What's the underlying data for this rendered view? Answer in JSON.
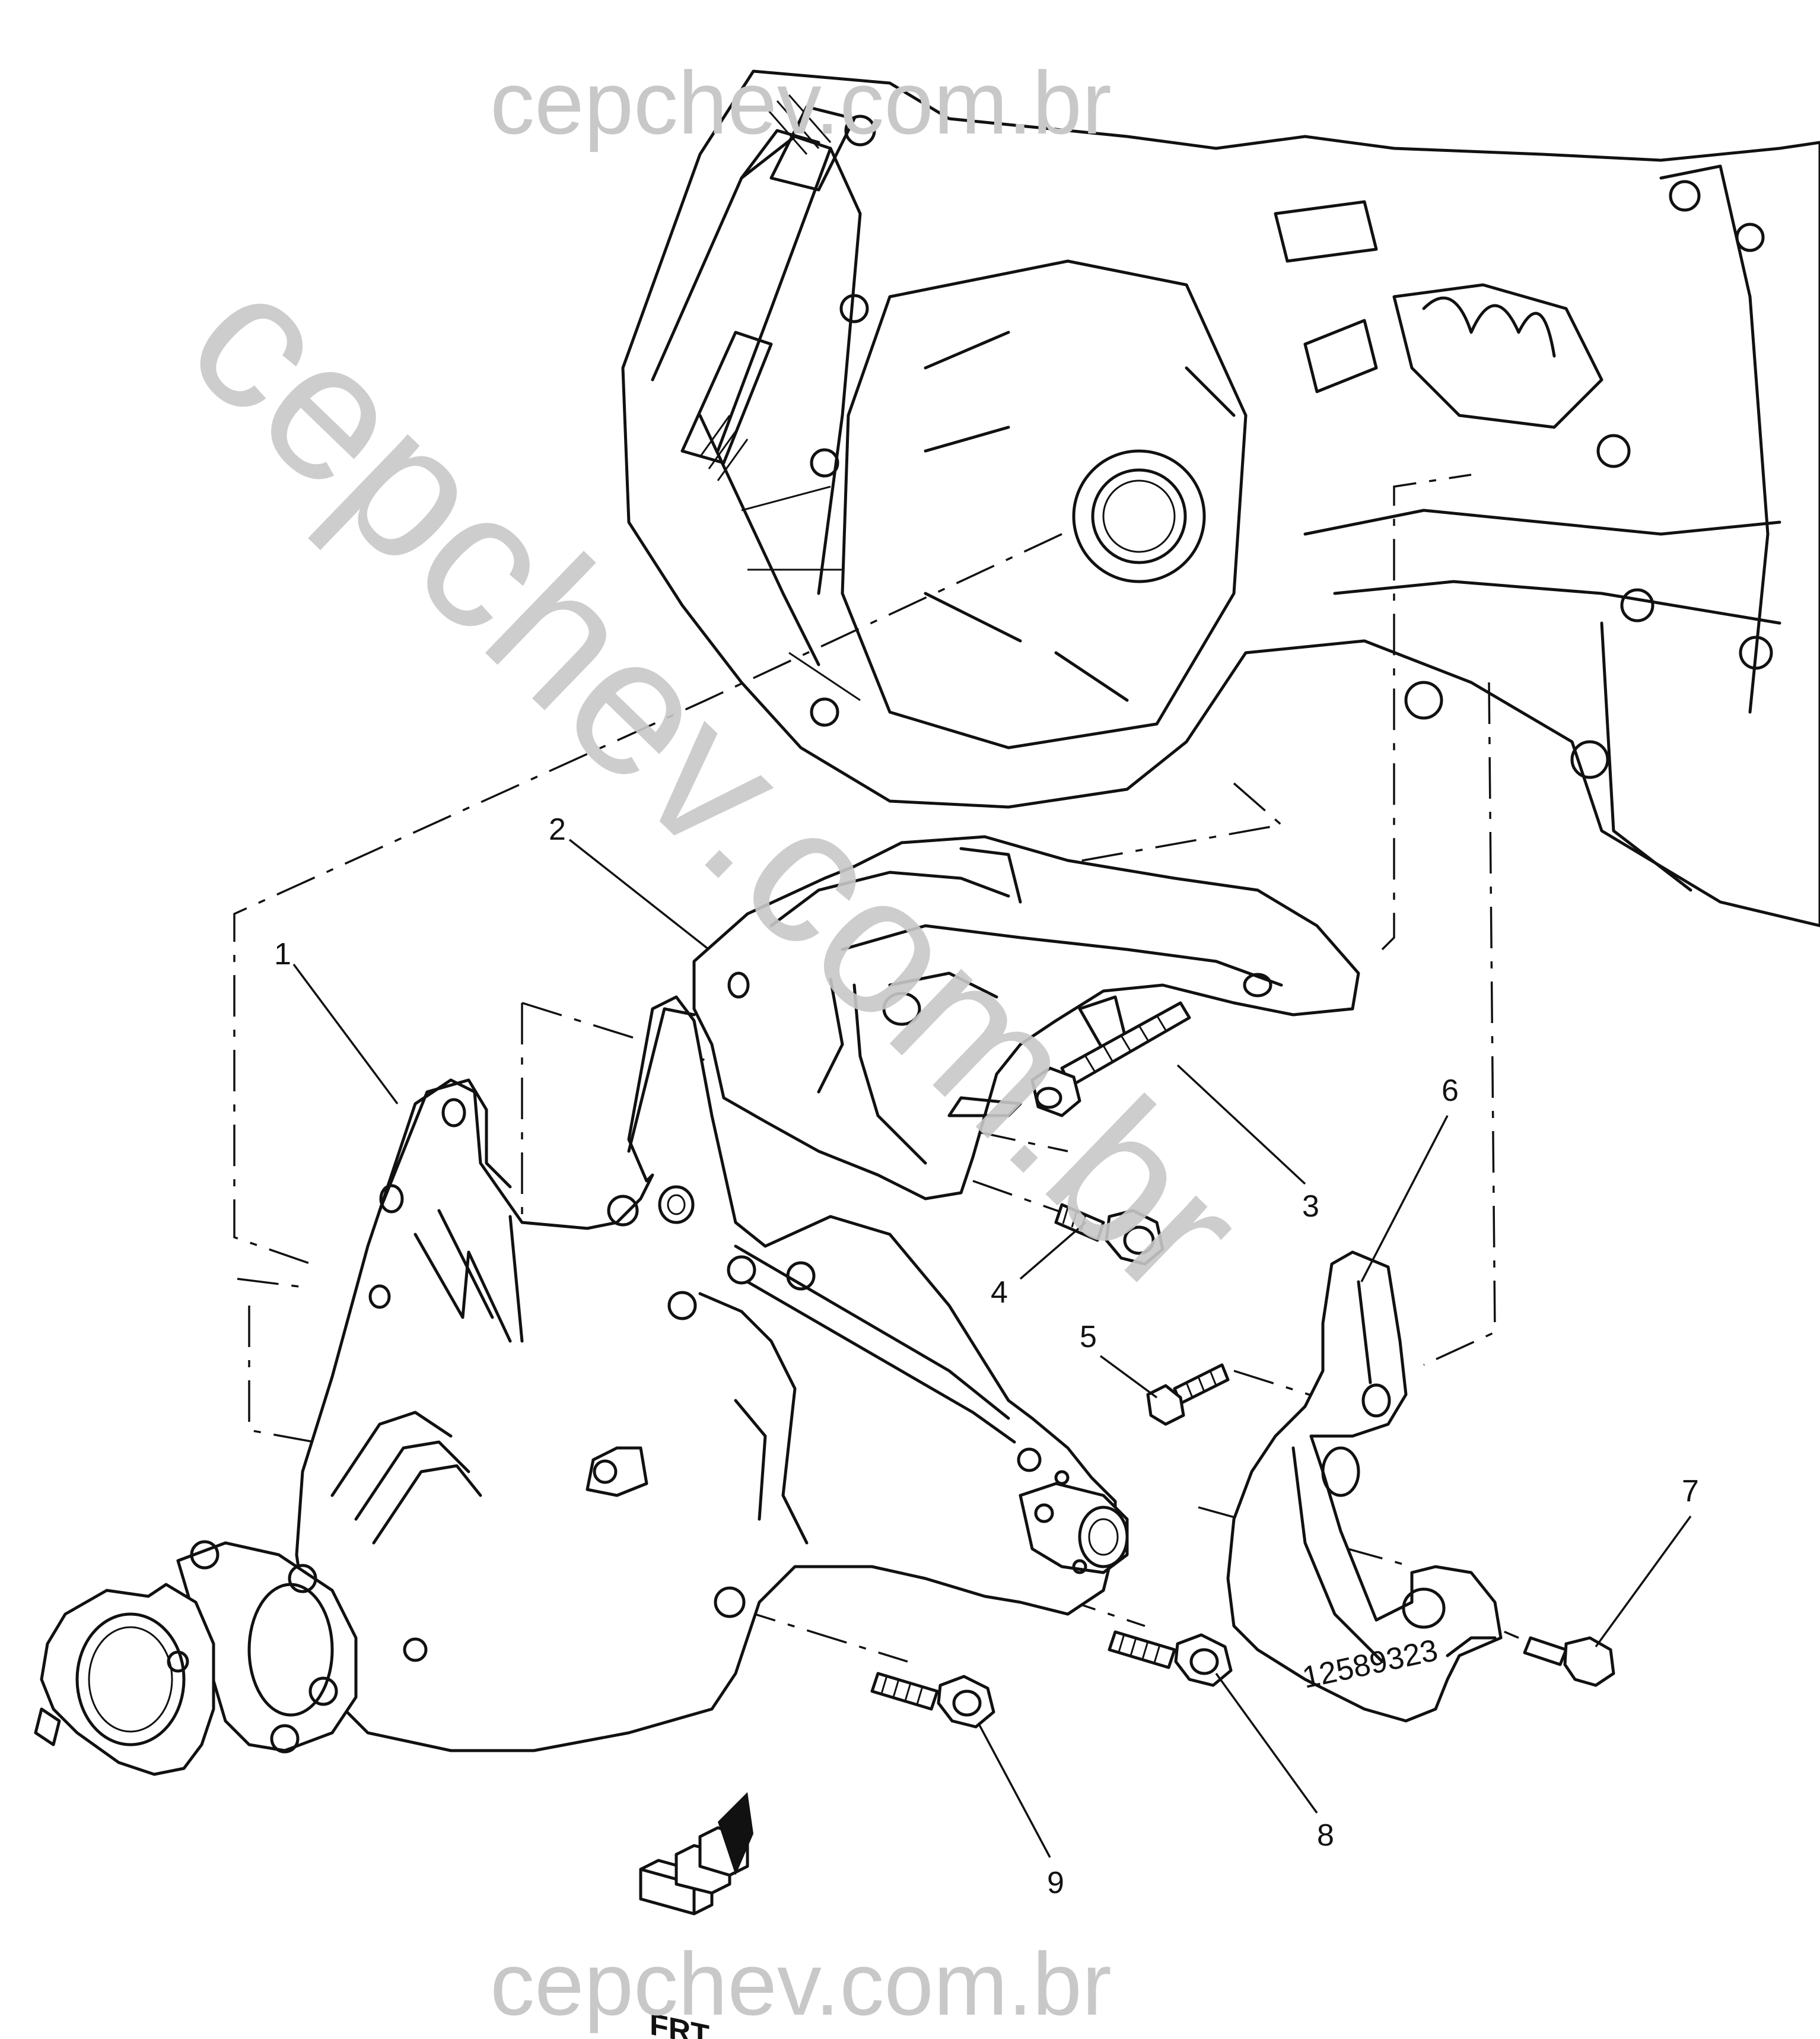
{
  "watermarks": {
    "top": "cepchev.com.br",
    "diagonal": "cepchev.com.br",
    "bottom": "cepchev.com.br"
  },
  "callouts": [
    "1",
    "2",
    "3",
    "4",
    "5",
    "6",
    "7",
    "8",
    "9"
  ],
  "part_stamp": "12589323",
  "front_indicator": "FRT"
}
